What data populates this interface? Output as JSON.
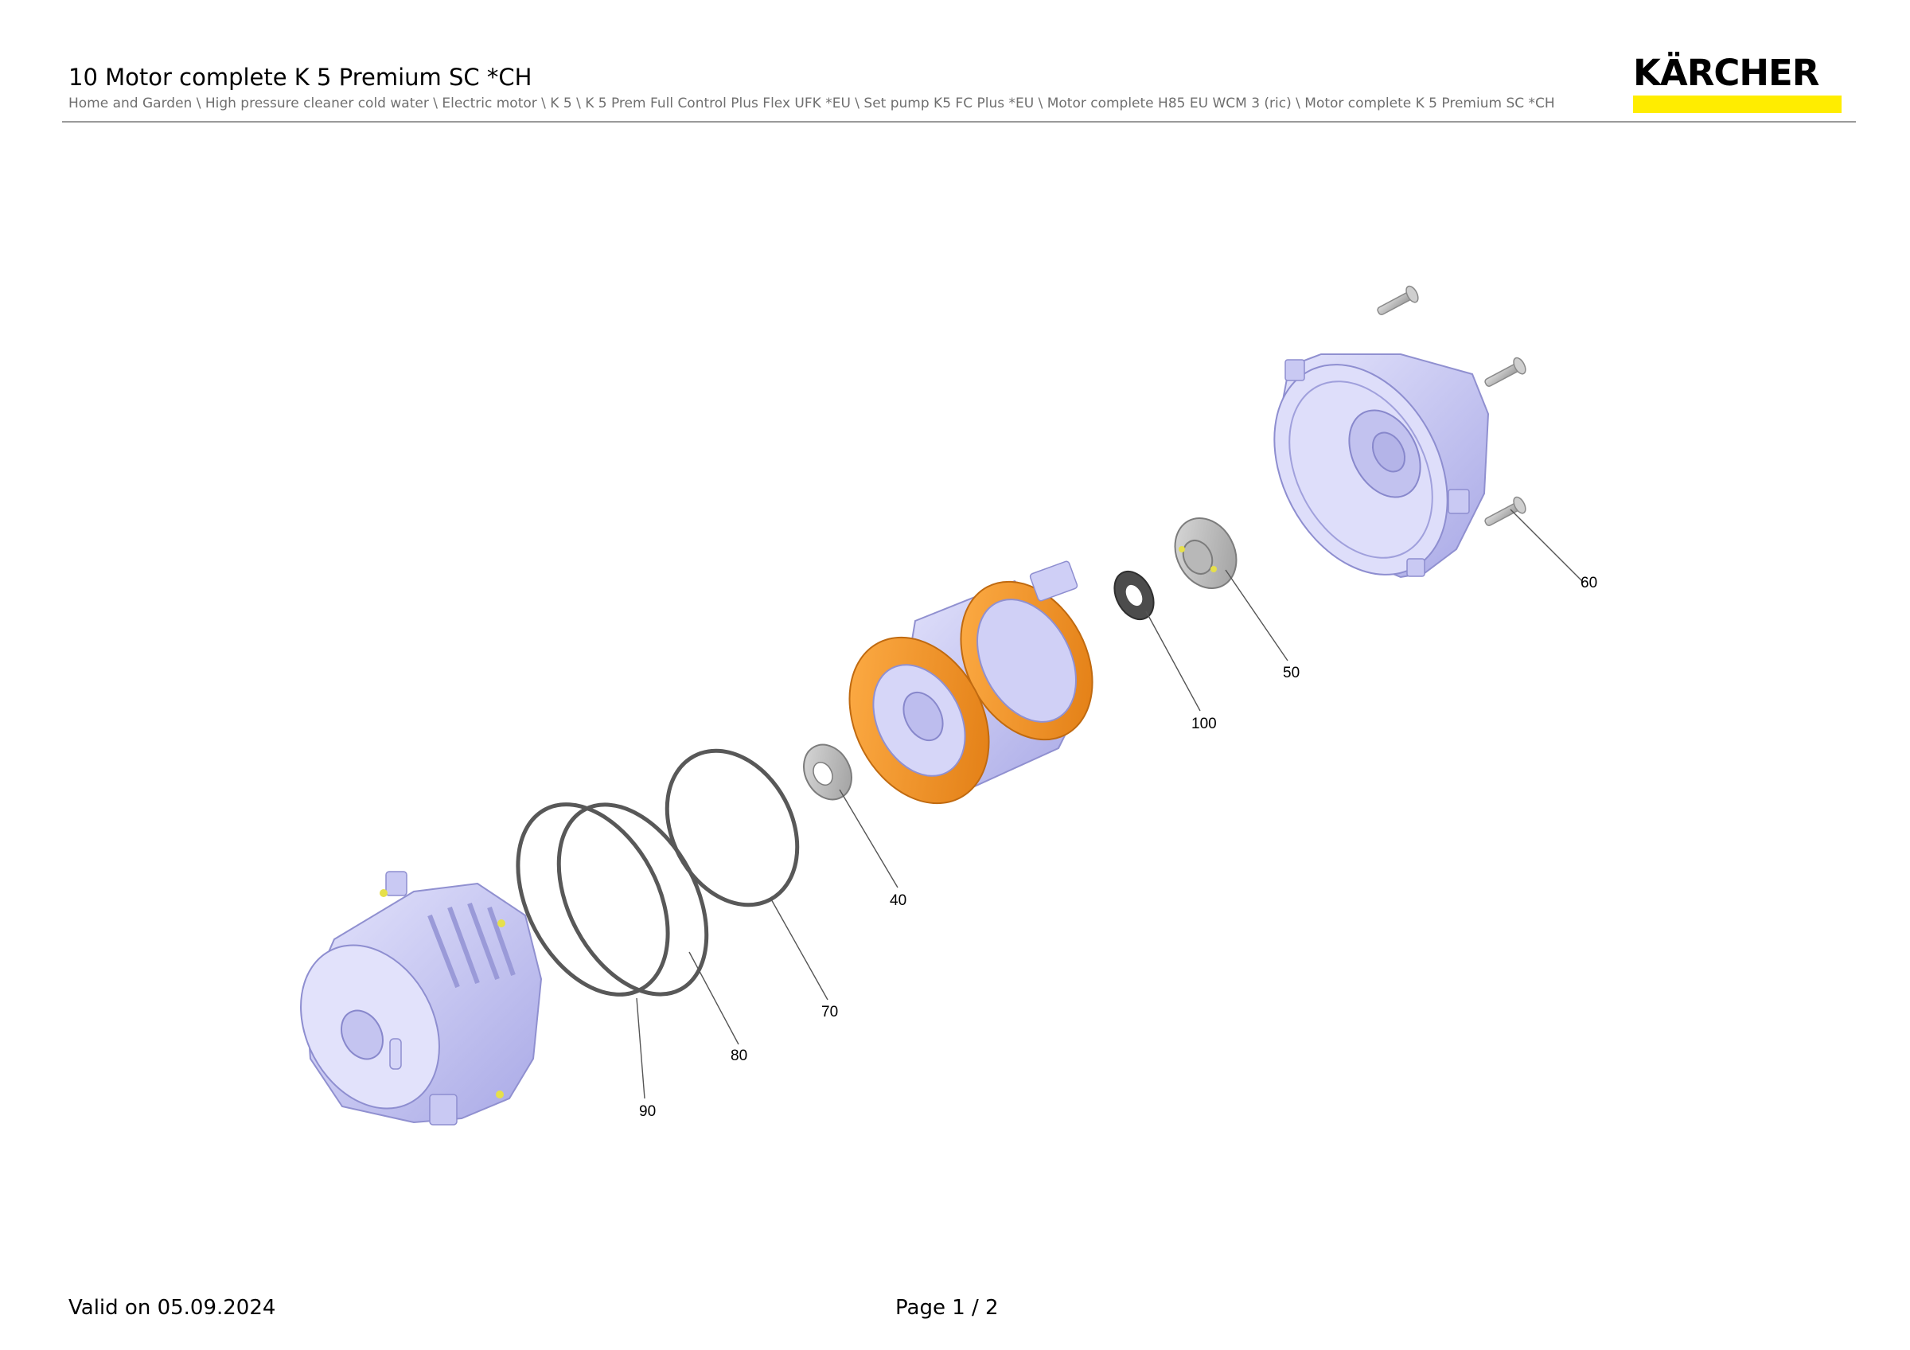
{
  "header": {
    "title": "10 Motor complete K 5 Premium SC *CH",
    "breadcrumb": "Home and Garden \\ High pressure cleaner cold water \\ Electric motor \\ K 5 \\ K 5 Prem Full Control Plus Flex UFK *EU \\ Set pump K5 FC Plus *EU \\ Motor complete H85 EU WCM 3 (ric) \\ Motor complete K 5 Premium SC *CH",
    "logo_text": "KÄRCHER",
    "logo_color": "#ffed00"
  },
  "diagram": {
    "part_color": "#c8c8f4",
    "stator_ring_color": "#f08c1c",
    "callouts": [
      "60",
      "50",
      "100",
      "40",
      "70",
      "80",
      "90"
    ]
  },
  "footer": {
    "valid": "Valid on 05.09.2024",
    "page": "Page 1 / 2"
  }
}
